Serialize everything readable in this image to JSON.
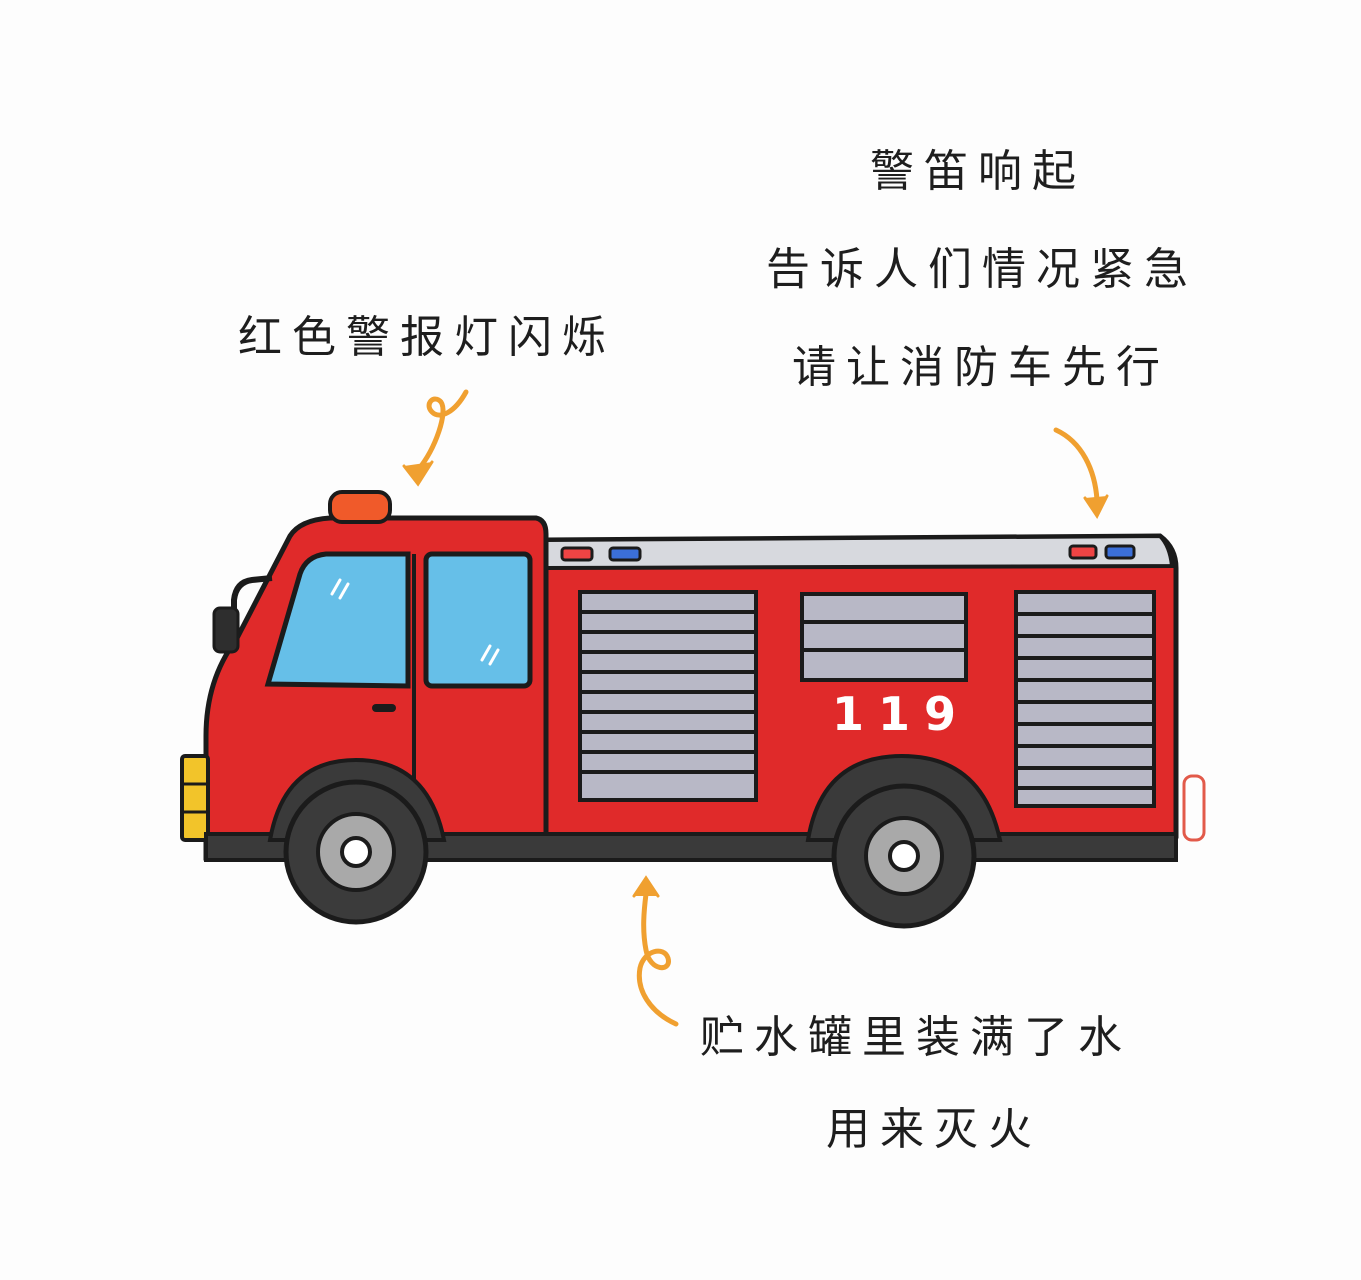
{
  "captions": {
    "alarm_light": "红色警报灯闪烁",
    "siren_line1": "警笛响起",
    "siren_line2": "告诉人们情况紧急",
    "siren_line3": "请让消防车先行",
    "tank_line1": "贮水罐里装满了水",
    "tank_line2": "用来灭火"
  },
  "truck": {
    "number": "119"
  },
  "colors": {
    "body_red": "#e02a2a",
    "window_blue": "#66bfe8",
    "arrow_orange": "#f0a030",
    "shutter_gray": "#b8b8c6",
    "outline": "#1b1b1b"
  }
}
